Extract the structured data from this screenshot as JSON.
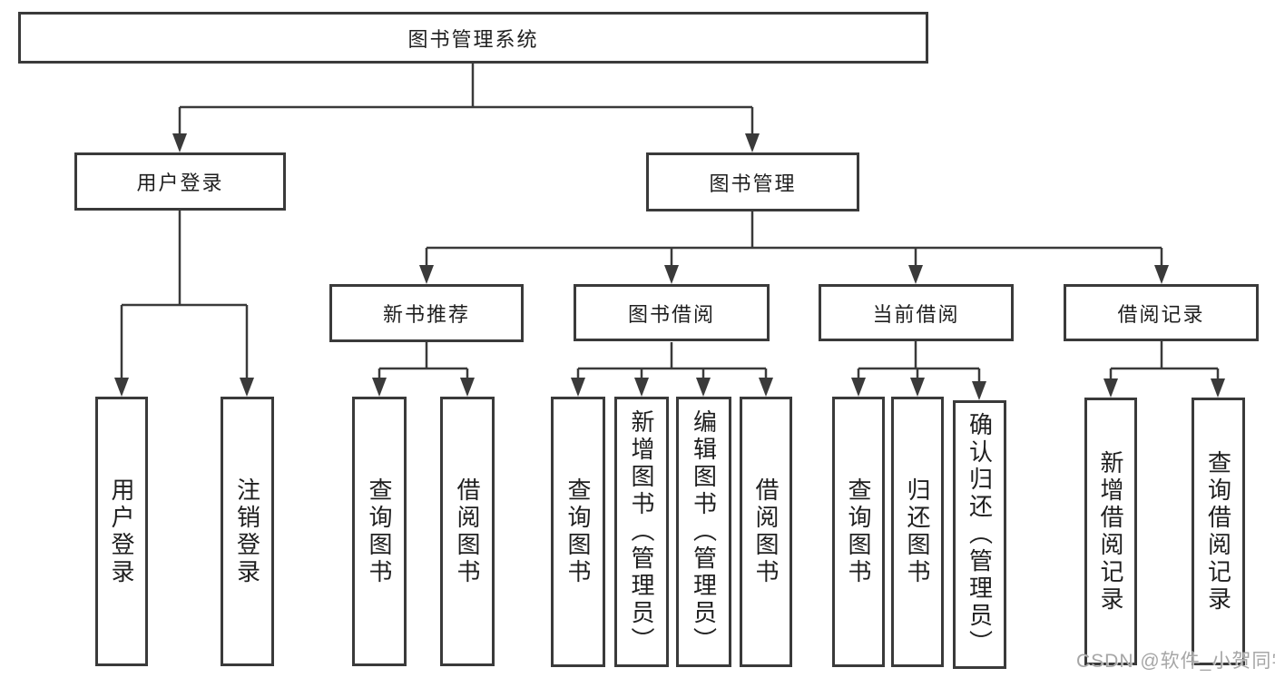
{
  "diagram": {
    "watermark": "CSDN @软件_小贺同学",
    "colors": {
      "line": "#3a3a3a",
      "box_border": "#3a3a3a",
      "text": "#1f1f1f",
      "background": "#ffffff",
      "watermark": "#a6a6a6"
    },
    "nodes": {
      "root": "图书管理系统",
      "user_login": "用户登录",
      "book_mgmt": "图书管理",
      "new_book_rec": "新书推荐",
      "book_borrow": "图书借阅",
      "current_borrow": "当前借阅",
      "borrow_records": "借阅记录",
      "ul_login": "用户登录",
      "ul_logout": "注销登录",
      "nb_query": "查询图书",
      "nb_borrow": "借阅图书",
      "bb_query": "查询图书",
      "bb_add": "新增图书（管理员）",
      "bb_edit": "编辑图书（管理员）",
      "bb_borrow": "借阅图书",
      "cb_query": "查询图书",
      "cb_return": "归还图书",
      "cb_confirm": "确认归还（管理员）",
      "br_add": "新增借阅记录",
      "br_query": "查询借阅记录"
    }
  }
}
